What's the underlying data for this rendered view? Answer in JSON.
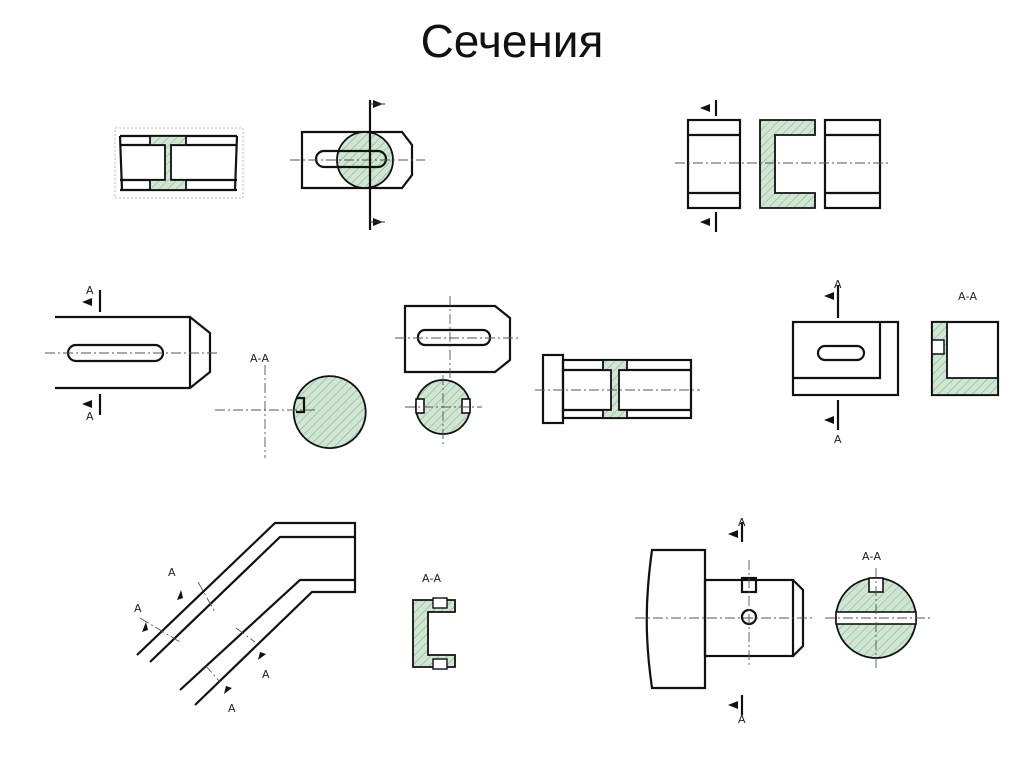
{
  "title": "Сечения",
  "labels": {
    "a": "A",
    "section_aa": "А-А"
  },
  "colors": {
    "hatch_fill": "#cfe6d2",
    "line": "#111111"
  }
}
